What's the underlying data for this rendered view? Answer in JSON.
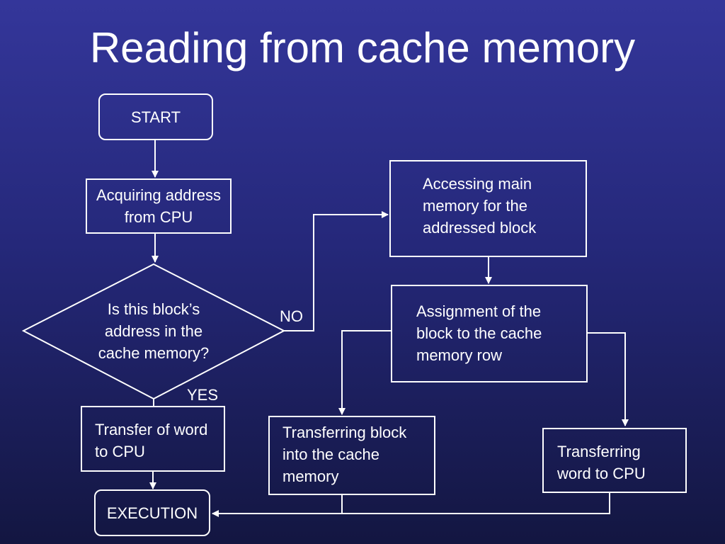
{
  "title": "Reading from cache memory",
  "nodes": {
    "start": "START",
    "acquire_line1": "Acquiring address",
    "acquire_line2": "from CPU",
    "decision_line1": "Is this block’s",
    "decision_line2": "address in the",
    "decision_line3": "cache memory?",
    "transfer_word": "Transfer of word to CPU",
    "execution": "EXECUTION",
    "access_main": "Accessing main memory for the addressed block",
    "assign_block": "Assignment of the block to the cache memory row",
    "transfer_block": "Transferring block into the cache memory",
    "transferring_word": "Transferring word to CPU"
  },
  "labels": {
    "no": "NO",
    "yes": "YES"
  },
  "colors": {
    "line": "#ffffff",
    "background_top": "#34369a",
    "background_bottom": "#131641"
  }
}
